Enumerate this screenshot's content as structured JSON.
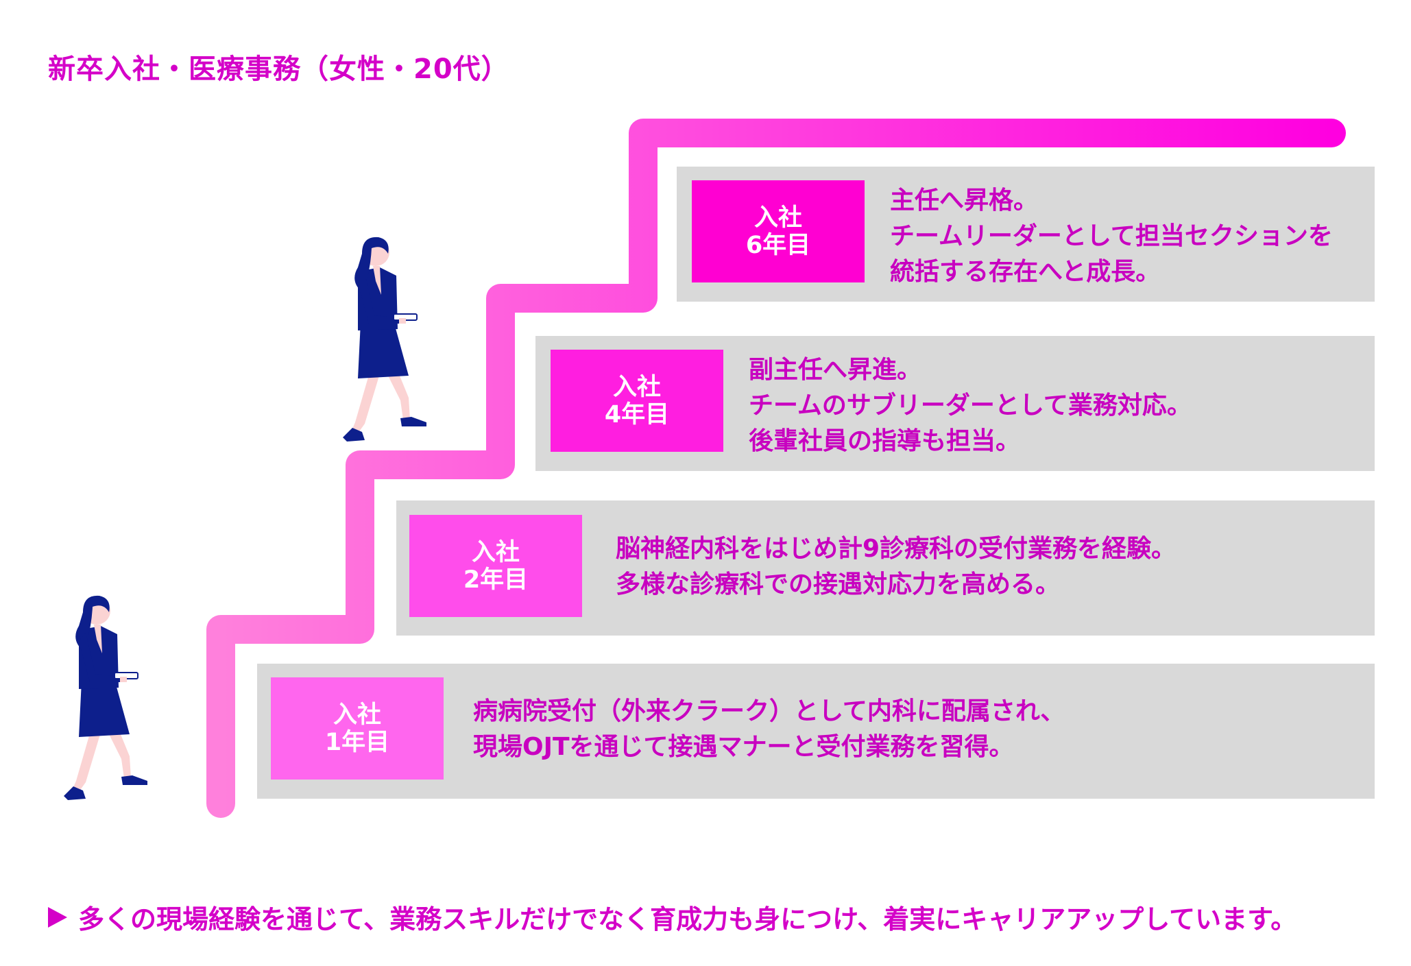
{
  "title": "新卒入社・医療事務（女性・20代）",
  "colors": {
    "accent": "#ff00d2",
    "panel": "#d9d9d9",
    "figure_suit": "#0d1f8c",
    "figure_skin": "#fbd3d3"
  },
  "steps": [
    {
      "badge_line1": "入社",
      "badge_line2": "1年目",
      "badge_color": "#ff66ee",
      "lines": [
        "病病院受付（外来クラーク）として内科に配属され、",
        "現場OJTを通じて接遇マナーと受付業務を習得。"
      ]
    },
    {
      "badge_line1": "入社",
      "badge_line2": "2年目",
      "badge_color": "#ff4deb",
      "lines": [
        "脳神経内科をはじめ計9診療科の受付業務を経験。",
        "多様な診療科での接遇対応力を高める。"
      ]
    },
    {
      "badge_line1": "入社",
      "badge_line2": "4年目",
      "badge_color": "#ff1ee0",
      "lines": [
        "副主任へ昇進。",
        "チームのサブリーダーとして業務対応。",
        "後輩社員の指導も担当。"
      ]
    },
    {
      "badge_line1": "入社",
      "badge_line2": "6年目",
      "badge_color": "#ff00d2",
      "lines": [
        "主任へ昇格。",
        "チームリーダーとして担当セクションを",
        "統括する存在へと成長。"
      ]
    }
  ],
  "footer": "多くの現場経験を通じて、業務スキルだけでなく育成力も身につけ、着実にキャリアアップしています。"
}
